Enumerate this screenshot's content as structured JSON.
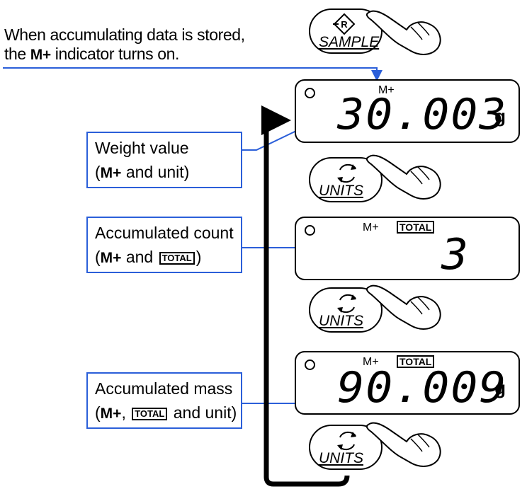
{
  "intro": {
    "line1": "When accumulating data is stored,",
    "line2_before": "the",
    "line2_indicator": "M+",
    "line2_after": "indicator turns on."
  },
  "callouts": [
    {
      "title": "Weight value",
      "open": "(",
      "mplus": "M+",
      "rest": " and unit)"
    },
    {
      "title": "Accumulated count",
      "open": "(",
      "mplus": "M+",
      "mid": " and ",
      "total": "TOTAL",
      "close": ")"
    },
    {
      "title": "Accumulated mass",
      "open": "(",
      "mplus": "M+",
      "mid": ", ",
      "total": "TOTAL",
      "rest": " and unit)"
    }
  ],
  "displays": [
    {
      "indicator_m": "M+",
      "value": "30.003",
      "unit": "g"
    },
    {
      "indicator_m": "M+",
      "indicator_total": "TOTAL",
      "value": "3"
    },
    {
      "indicator_m": "M+",
      "indicator_total": "TOTAL",
      "value": "90.009",
      "unit": "g"
    }
  ],
  "keys": {
    "sample": {
      "label": "SAMPLE",
      "icon": "r-diamond-icon"
    },
    "units": {
      "label": "UNITS",
      "icon": "cycle-arrows-icon"
    }
  },
  "colors": {
    "callout_border": "#2b5fd9",
    "arrow": "#2b5fd9",
    "loop": "#000000"
  }
}
